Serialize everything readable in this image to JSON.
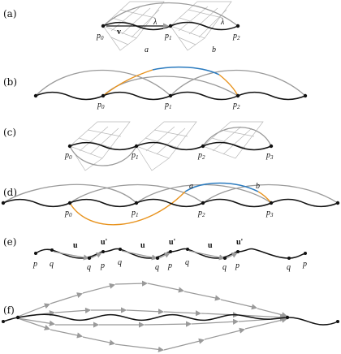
{
  "panels": {
    "a": {
      "label": "(a)",
      "points": [
        {
          "name": "p",
          "sub": "0"
        },
        {
          "name": "p",
          "sub": "1"
        },
        {
          "name": "p",
          "sub": "2"
        }
      ],
      "vector": "v",
      "lambda": "λ",
      "region_a": "a",
      "region_b": "b"
    },
    "b": {
      "label": "(b)",
      "points": [
        {
          "name": "p",
          "sub": "0"
        },
        {
          "name": "p",
          "sub": "1"
        },
        {
          "name": "p",
          "sub": "2"
        }
      ]
    },
    "c": {
      "label": "(c)",
      "points": [
        {
          "name": "p",
          "sub": "0"
        },
        {
          "name": "p",
          "sub": "1"
        },
        {
          "name": "p",
          "sub": "2"
        },
        {
          "name": "p",
          "sub": "3"
        }
      ]
    },
    "d": {
      "label": "(d)",
      "points": [
        {
          "name": "p",
          "sub": "0"
        },
        {
          "name": "p",
          "sub": "1"
        },
        {
          "name": "p",
          "sub": "2"
        },
        {
          "name": "p",
          "sub": "3"
        }
      ],
      "mark_a": "a",
      "mark_b": "b"
    },
    "e": {
      "label": "(e)",
      "p": "p",
      "q": "q",
      "u": "u",
      "u_prime": "u'"
    },
    "f": {
      "label": "(f)"
    }
  },
  "colors": {
    "curve": "#111111",
    "gray": "#9a9a9a",
    "orange": "#e8931e",
    "blue": "#2b7bbf",
    "grid": "#b8b8b8"
  }
}
